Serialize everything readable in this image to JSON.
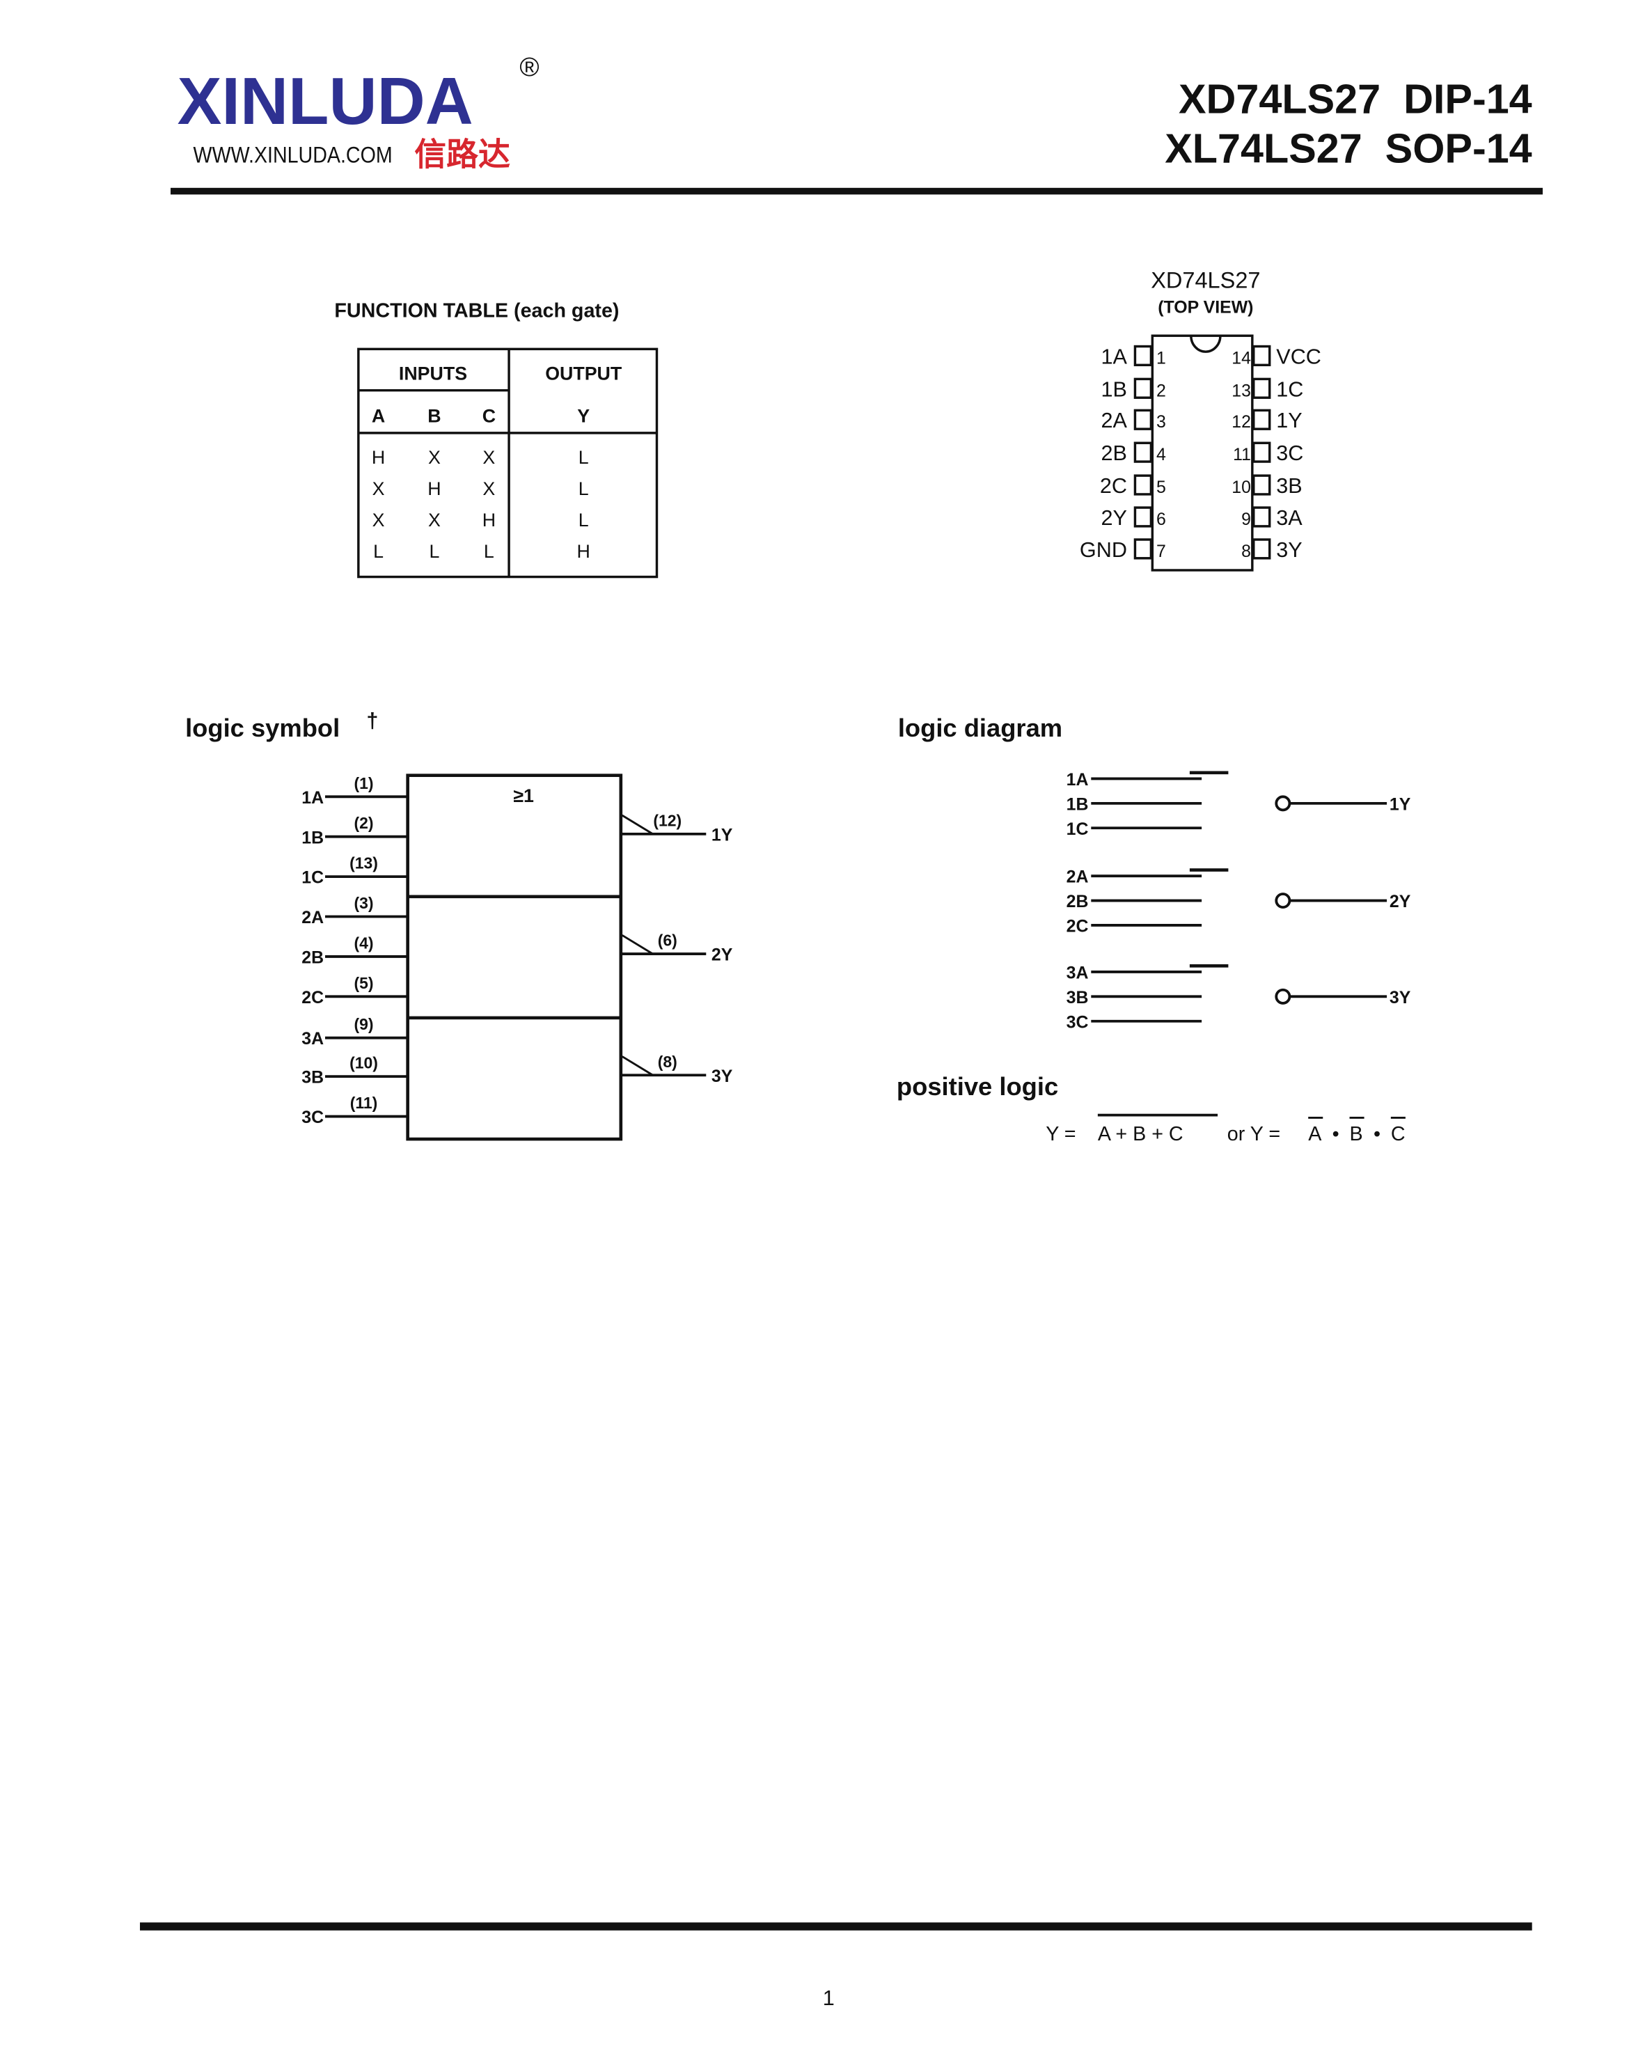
{
  "header": {
    "brand": "XINLUDA",
    "registered": "®",
    "website": "WWW.XINLUDA.COM",
    "brand_cn": "信路达",
    "title_line1": "XD74LS27  DIP-14",
    "title_line2": "XL74LS27  SOP-14",
    "brand_color": "#2e3192",
    "brand_cn_color": "#d7262e"
  },
  "function_table": {
    "title": "FUNCTION TABLE (each gate)",
    "group_inputs": "INPUTS",
    "group_output": "OUTPUT",
    "columns": [
      "A",
      "B",
      "C",
      "Y"
    ],
    "rows": [
      [
        "H",
        "X",
        "X",
        "L"
      ],
      [
        "X",
        "H",
        "X",
        "L"
      ],
      [
        "X",
        "X",
        "H",
        "L"
      ],
      [
        "L",
        "L",
        "L",
        "H"
      ]
    ]
  },
  "pinout": {
    "title": "XD74LS27",
    "subtitle": "(TOP VIEW)",
    "left": [
      [
        "1A",
        "1"
      ],
      [
        "1B",
        "2"
      ],
      [
        "2A",
        "3"
      ],
      [
        "2B",
        "4"
      ],
      [
        "2C",
        "5"
      ],
      [
        "2Y",
        "6"
      ],
      [
        "GND",
        "7"
      ]
    ],
    "right": [
      [
        "VCC",
        "14"
      ],
      [
        "1C",
        "13"
      ],
      [
        "1Y",
        "12"
      ],
      [
        "3C",
        "11"
      ],
      [
        "3B",
        "10"
      ],
      [
        "3A",
        "9"
      ],
      [
        "3Y",
        "8"
      ]
    ]
  },
  "logic_symbol": {
    "title": "logic symbol",
    "dagger": "†",
    "qualifier": "≥1",
    "inputs": [
      [
        "1A",
        "(1)"
      ],
      [
        "1B",
        "(2)"
      ],
      [
        "1C",
        "(13)"
      ],
      [
        "2A",
        "(3)"
      ],
      [
        "2B",
        "(4)"
      ],
      [
        "2C",
        "(5)"
      ],
      [
        "3A",
        "(9)"
      ],
      [
        "3B",
        "(10)"
      ],
      [
        "3C",
        "(11)"
      ]
    ],
    "outputs": [
      [
        "1Y",
        "(12)"
      ],
      [
        "2Y",
        "(6)"
      ],
      [
        "3Y",
        "(8)"
      ]
    ]
  },
  "logic_diagram": {
    "title": "logic diagram",
    "gates": [
      {
        "inputs": [
          "1A",
          "1B",
          "1C"
        ],
        "output": "1Y"
      },
      {
        "inputs": [
          "2A",
          "2B",
          "2C"
        ],
        "output": "2Y"
      },
      {
        "inputs": [
          "3A",
          "3B",
          "3C"
        ],
        "output": "3Y"
      }
    ]
  },
  "positive_logic": {
    "title": "positive logic",
    "formula_left": "Y = ",
    "formula_nor": "A + B + C",
    "formula_or": " or Y = ",
    "formula_a": "A",
    "formula_b": "B",
    "formula_c": "C",
    "dot": "•"
  },
  "footer": {
    "page_number": "1"
  }
}
